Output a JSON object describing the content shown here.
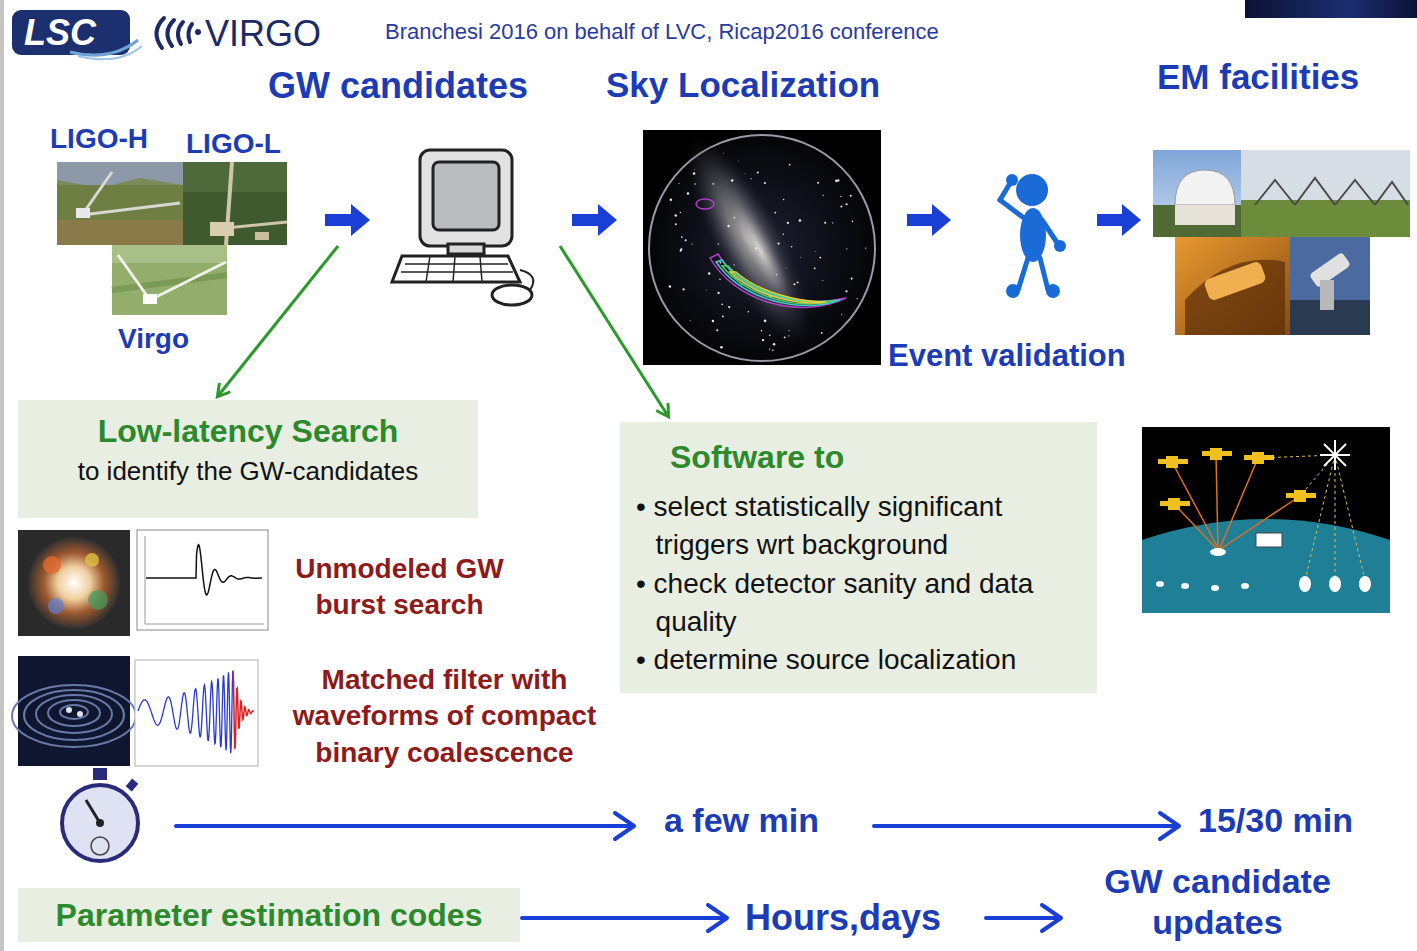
{
  "diagram": {
    "title": "Branchesi 2016 on behalf of LVC, Ricap2016 conference",
    "nodes": [
      {
        "text": [
          "Low-latency Search",
          "to identify the GW-candidates"
        ]
      },
      {
        "text": [
          "Software to",
          "• select statistically significant triggers wrt background",
          "• check detector sanity and data quality",
          "• determine source localization"
        ]
      },
      {
        "text": [
          "Parameter estimation codes"
        ]
      }
    ],
    "labels": [
      "LSC",
      "VIRGO",
      "GW candidates",
      "Sky Localization",
      "EM facilities",
      "LIGO-H",
      "LIGO-L",
      "Virgo",
      "Event validation",
      "Unmodeled GW burst search",
      "Matched filter with waveforms of compact binary coalescence",
      "a few min",
      "15/30 min",
      "Hours,days",
      "GW candidate updates"
    ]
  }
}
